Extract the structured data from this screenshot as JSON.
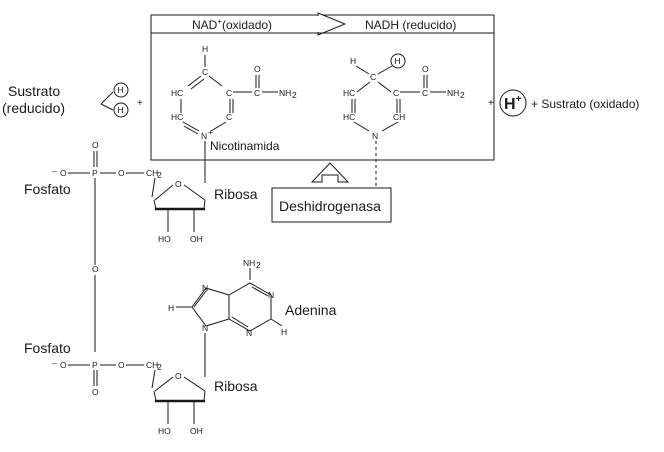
{
  "header": {
    "nad_label": "NAD",
    "nad_sup": "+",
    "nad_state": "(oxidado)",
    "nadh_label": "NADH (reducido)"
  },
  "substrate_reduced": {
    "line1": "Sustrato",
    "line2": "(reducido)",
    "h": "H",
    "plus": "+"
  },
  "nicotinamide_oxidized": {
    "top_h": "H",
    "c": "C",
    "hc": "HC",
    "n_plus": "N",
    "n_charge": "+",
    "o": "O",
    "nh2": "NH",
    "nh2_sub": "2",
    "label": "Nicotinamida"
  },
  "nicotinamide_reduced": {
    "h_left": "H",
    "h_circ": "H",
    "c": "C",
    "hc": "HC",
    "ch": "CH",
    "n": "N",
    "o": "O",
    "nh2": "NH",
    "nh2_sub": "2"
  },
  "products": {
    "plus": "+",
    "proton": "H",
    "proton_charge": "+",
    "substrate_oxidized": "+ Sustrato (oxidado)"
  },
  "enzyme": {
    "label": "Deshidrogenasa"
  },
  "phosphate_top": {
    "label": "Fosfato",
    "o": "O",
    "p": "P",
    "o_minus": "O",
    "minus": "–",
    "ch2": "CH",
    "ch2_sub": "2"
  },
  "ribose_top": {
    "label": "Ribosa",
    "o": "O",
    "ho": "HO",
    "oh": "OH"
  },
  "bridge": {
    "o": "O"
  },
  "phosphate_bottom": {
    "label": "Fosfato",
    "o": "O",
    "p": "P",
    "o_minus": "O",
    "minus": "–",
    "ch2": "CH",
    "ch2_sub": "2"
  },
  "adenine": {
    "label": "Adenina",
    "nh2": "NH",
    "nh2_sub": "2",
    "n": "N",
    "h": "H"
  },
  "ribose_bottom": {
    "label": "Ribosa",
    "o": "O",
    "ho": "HO",
    "oh": "OH"
  }
}
